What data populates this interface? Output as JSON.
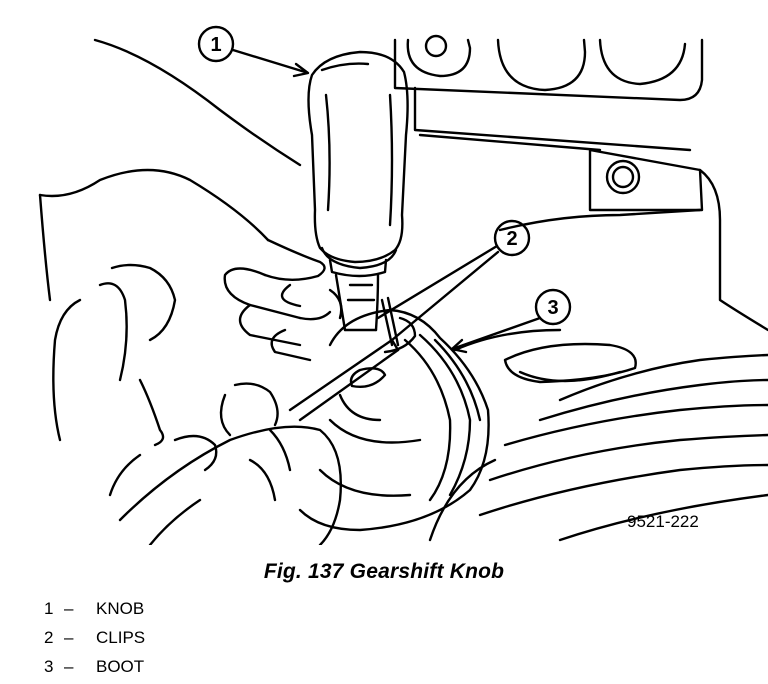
{
  "figure": {
    "caption": "Fig. 137 Gearshift Knob",
    "figure_number": "9521-222",
    "callouts": [
      "1",
      "2",
      "3"
    ]
  },
  "legend": [
    {
      "num": "1",
      "dash": "–",
      "label": "KNOB"
    },
    {
      "num": "2",
      "dash": "–",
      "label": "CLIPS"
    },
    {
      "num": "3",
      "dash": "–",
      "label": "BOOT"
    }
  ]
}
